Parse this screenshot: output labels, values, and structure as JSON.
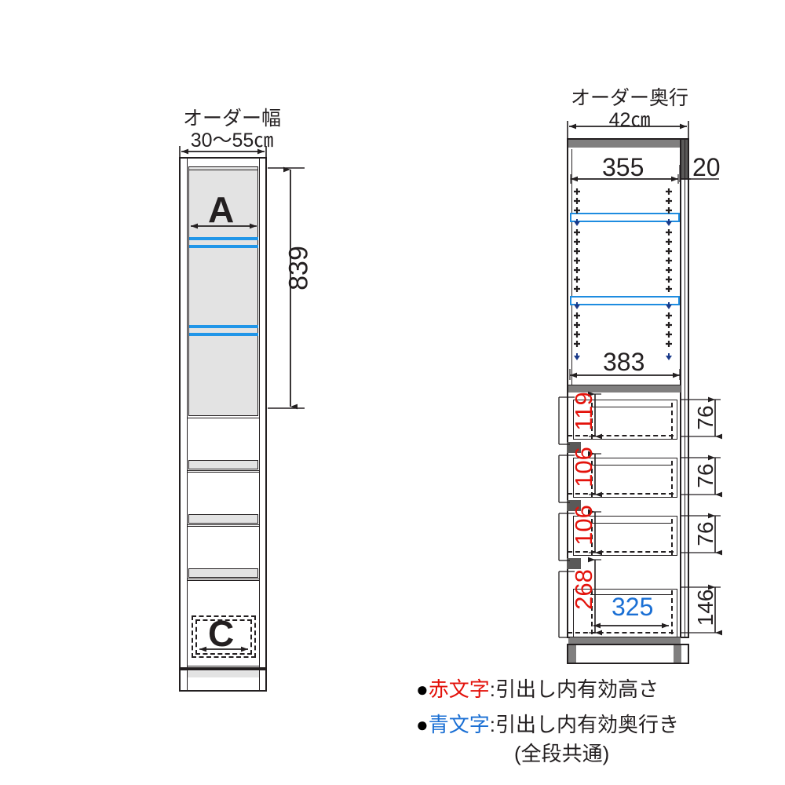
{
  "left_view": {
    "title_line1": "オーダー幅",
    "title_line2": "30～55㎝",
    "labels": {
      "glass_zone": "A",
      "bottom_drawer": "C",
      "height_dim": "839"
    }
  },
  "right_view": {
    "title_line1": "オーダー奥行",
    "title_line2": "42㎝",
    "dims": {
      "inner_depth_top": "355",
      "back_offset": "20",
      "inner_depth_bottom": "383",
      "drawer1_height": "119",
      "drawer2_height": "106",
      "drawer3_height": "106",
      "drawer4_height": "268",
      "drawer_depth": "325",
      "front1": "76",
      "front2": "76",
      "front3": "76",
      "front4": "146"
    }
  },
  "legend": {
    "line1_bullet": "●",
    "line1_color_word": "赤文字",
    "line1_rest": ":引出し内有効高さ",
    "line2_bullet": "●",
    "line2_color_word": "青文字",
    "line2_rest": ":引出し内有効奥行き",
    "line3": "(全段共通)"
  },
  "colors": {
    "red": "#e3120b",
    "blue": "#1a6fd4",
    "shelf_blue": "#1e8ce0",
    "ink": "#231f20"
  }
}
